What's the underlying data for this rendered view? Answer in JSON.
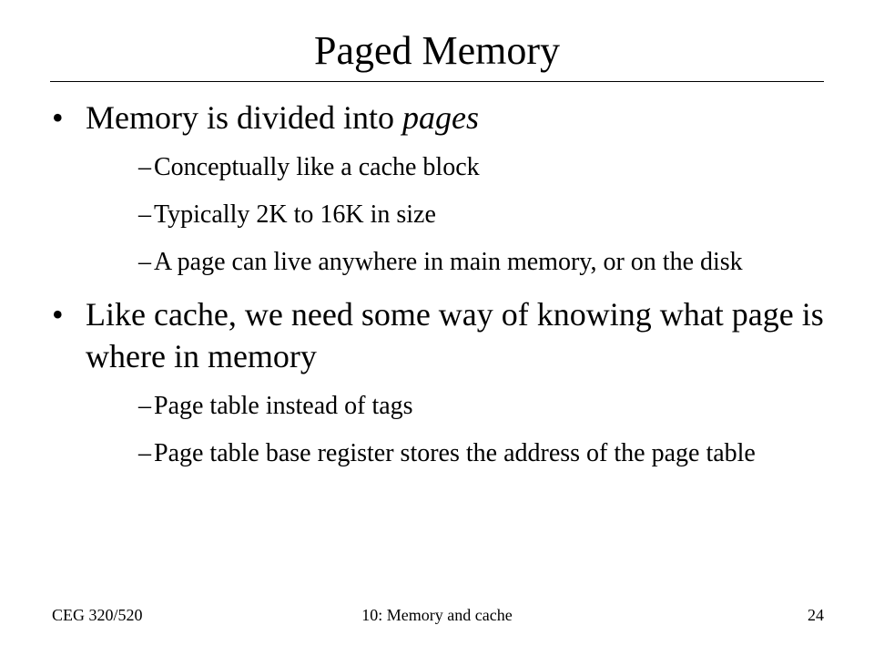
{
  "slide": {
    "title": "Paged Memory",
    "bullets": [
      {
        "text_before": "Memory is divided into ",
        "text_italic": "pages",
        "subbullets": [
          "Conceptually like a cache block",
          "Typically 2K to 16K in size",
          "A page can live anywhere in main memory, or on the disk"
        ]
      },
      {
        "text": "Like cache, we need some way of knowing what page is where in memory",
        "subbullets": [
          "Page table instead of tags",
          "Page table base register stores the address of the page table"
        ]
      }
    ],
    "bullet_marker": "•",
    "subbullet_marker": "–"
  },
  "footer": {
    "course": "CEG 320/520",
    "lecture": "10: Memory and cache",
    "page_number": "24"
  }
}
